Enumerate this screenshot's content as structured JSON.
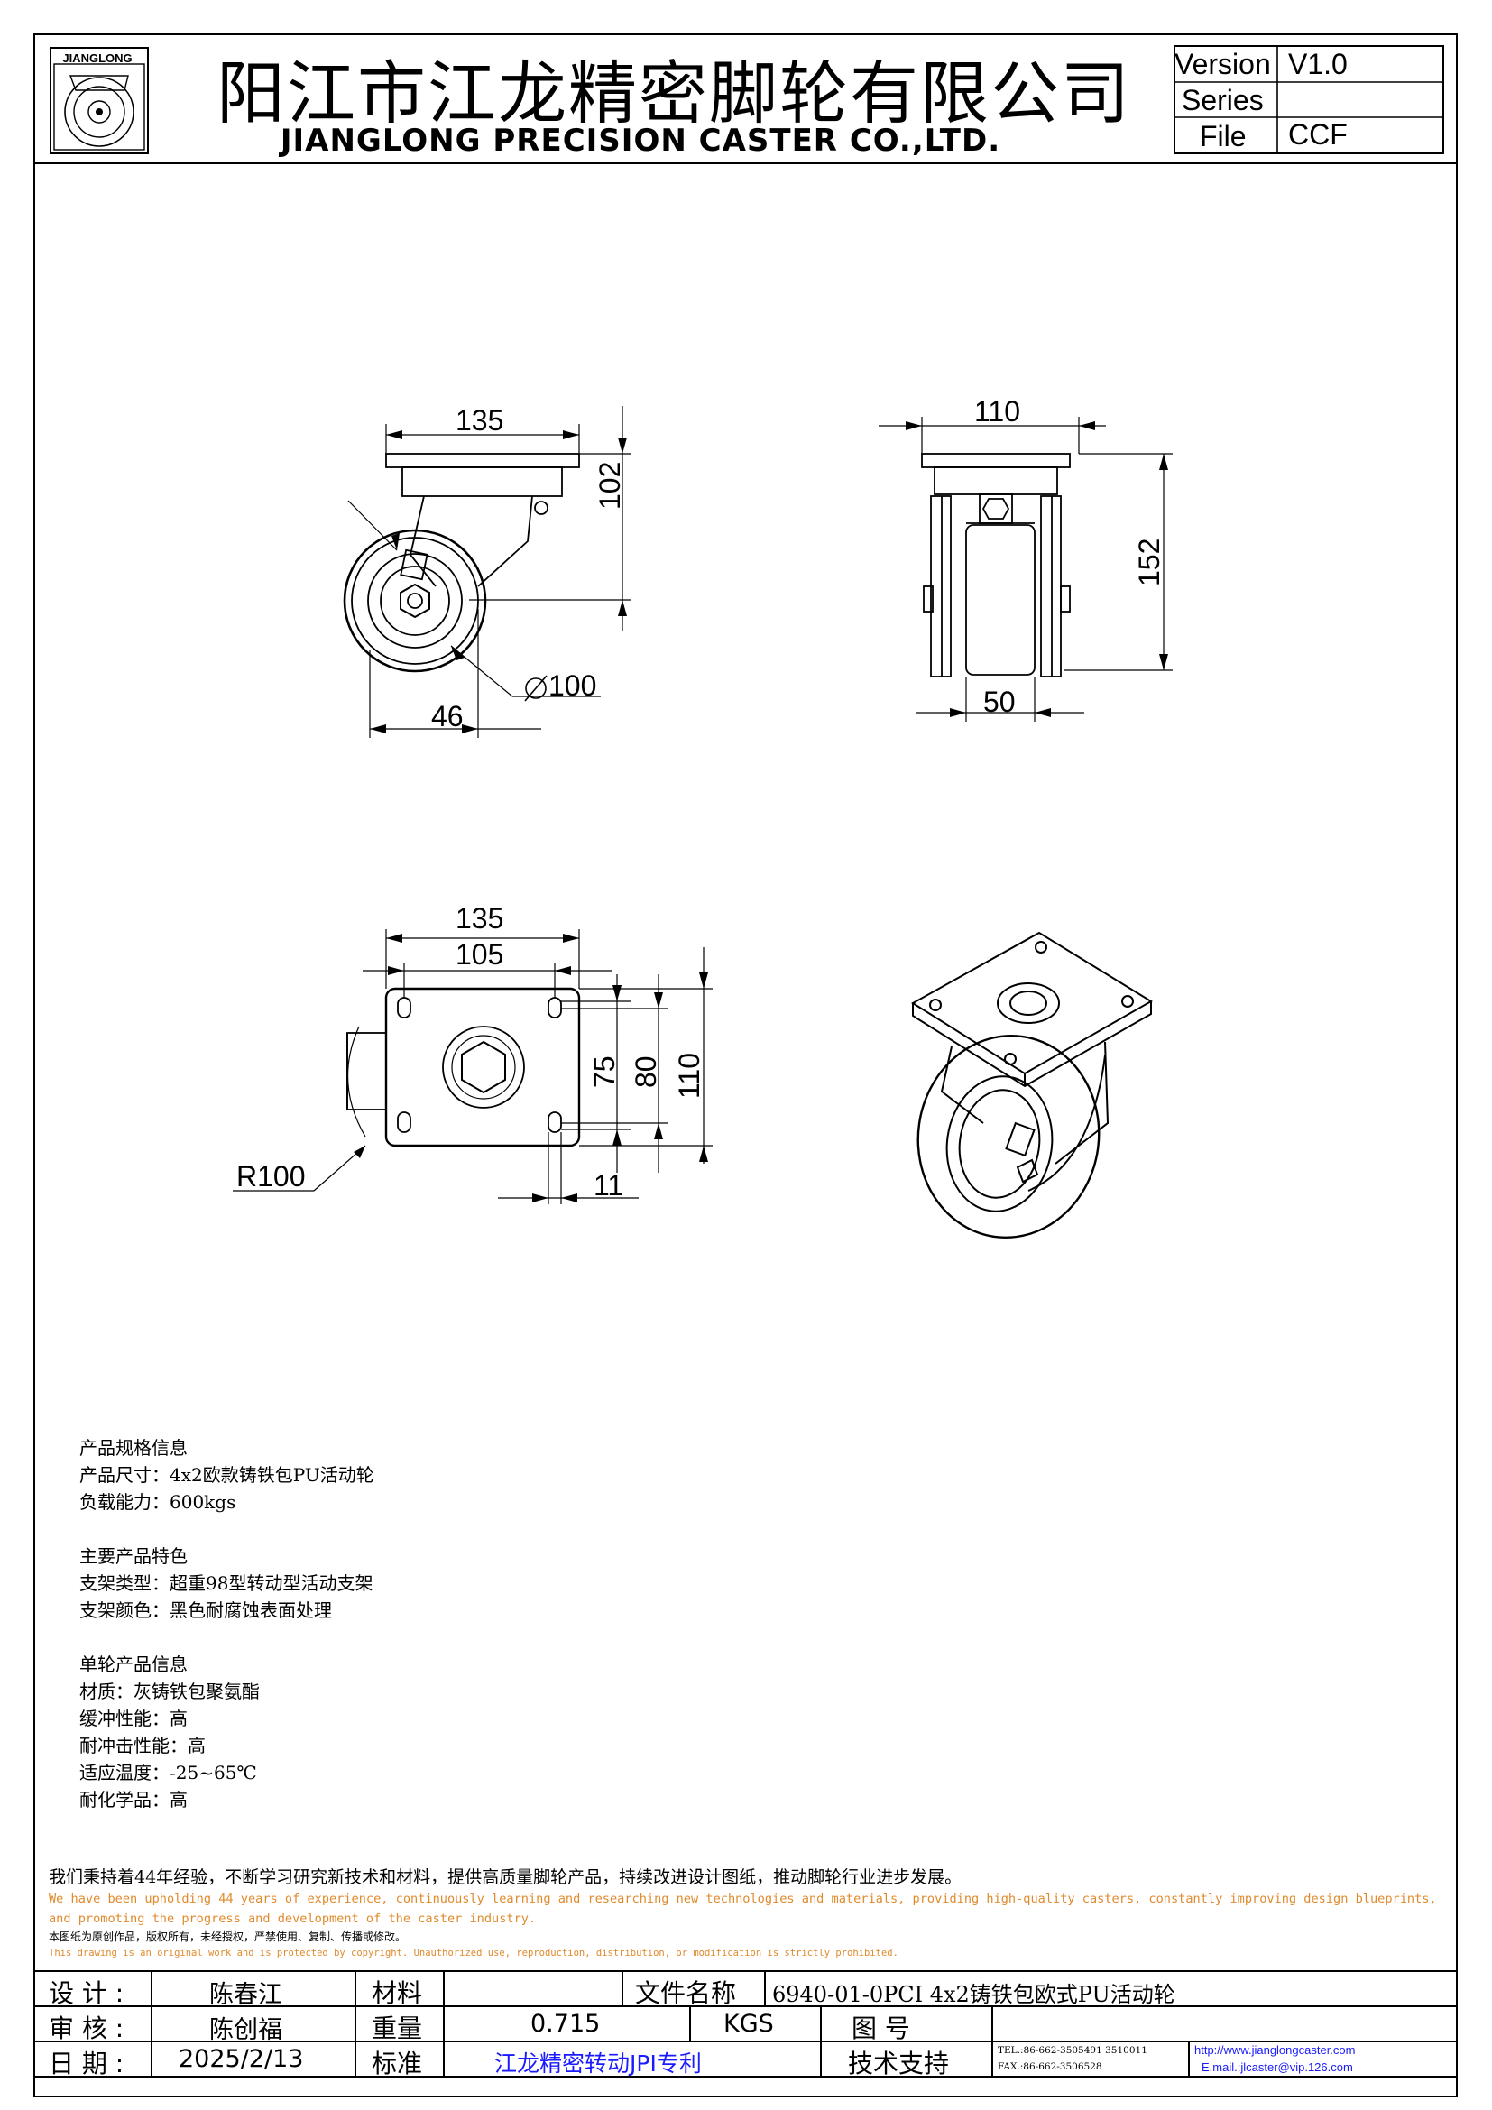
{
  "header": {
    "logo_text": "JIANGLONG",
    "company_cn": "阳江市江龙精密脚轮有限公司",
    "company_en": "JIANGLONG PRECISION CASTER CO.,LTD."
  },
  "version_table": {
    "version_label": "Version",
    "version_value": "V1.0",
    "series_label": "Series",
    "series_value": "",
    "file_label": "File",
    "file_value": "CCF"
  },
  "dimensions": {
    "front_width": "135",
    "front_height": "102",
    "wheel_diameter": "100",
    "offset": "46",
    "side_width": "110",
    "side_height": "152",
    "wheel_width": "50",
    "plate_outer": "135",
    "plate_bolt": "105",
    "plate_bolt_short": "75",
    "plate_bolt_long": "80",
    "plate_outer_depth": "110",
    "swivel_radius": "R100",
    "slot": "11"
  },
  "specs": {
    "section1_title": "产品规格信息",
    "size": "产品尺寸：4x2欧款铸铁包PU活动轮",
    "load": "负载能力：600kgs",
    "section2_title": "主要产品特色",
    "bracket_type": "支架类型：超重98型转动型活动支架",
    "bracket_color": "支架颜色：黑色耐腐蚀表面处理",
    "section3_title": "单轮产品信息",
    "material": "材质：灰铸铁包聚氨酯",
    "cushion": "缓冲性能：高",
    "impact": "耐冲击性能：高",
    "temperature": "适应温度：-25~65℃",
    "chemical": "耐化学品：高"
  },
  "notes": {
    "mission_cn": "我们秉持着44年经验，不断学习研究新技术和材料，提供高质量脚轮产品，持续改进设计图纸，推动脚轮行业进步发展。",
    "mission_en_1": "We have been upholding 44 years of experience, continuously learning and researching new technologies and materials, providing high-quality casters, constantly improving design blueprints,",
    "mission_en_2": "and promoting the progress and development of the caster industry.",
    "copyright_cn": "本图纸为原创作品，版权所有，未经授权，严禁使用、复制、传播或修改。",
    "copyright_en": "This drawing is an original work and is protected by copyright. Unauthorized use, reproduction, distribution, or modification is strictly prohibited."
  },
  "title_block": {
    "design_label": "设 计 :",
    "design_value": "陈春江",
    "material_label": "材料",
    "material_value": "",
    "file_name_label": "文件名称",
    "file_name_value": "6940-01-0PCI  4x2铸铁包欧式PU活动轮",
    "review_label": "审 核 :",
    "review_value": "陈创福",
    "weight_label": "重量",
    "weight_value": "0.715",
    "weight_unit": "KGS",
    "drawing_no_label": "图    号",
    "drawing_no_value": "",
    "date_label": "日 期 :",
    "date_value": "2025/2/13",
    "standard_label": "标准",
    "standard_value": "江龙精密转动JPI专利",
    "support_label": "技术支持",
    "tel": "TEL.:86-662-3505491 3510011",
    "fax": "FAX.:86-662-3506528",
    "website": "http://www.jianglongcaster.com",
    "email": "E.mail.:jlcaster@vip.126.com"
  }
}
